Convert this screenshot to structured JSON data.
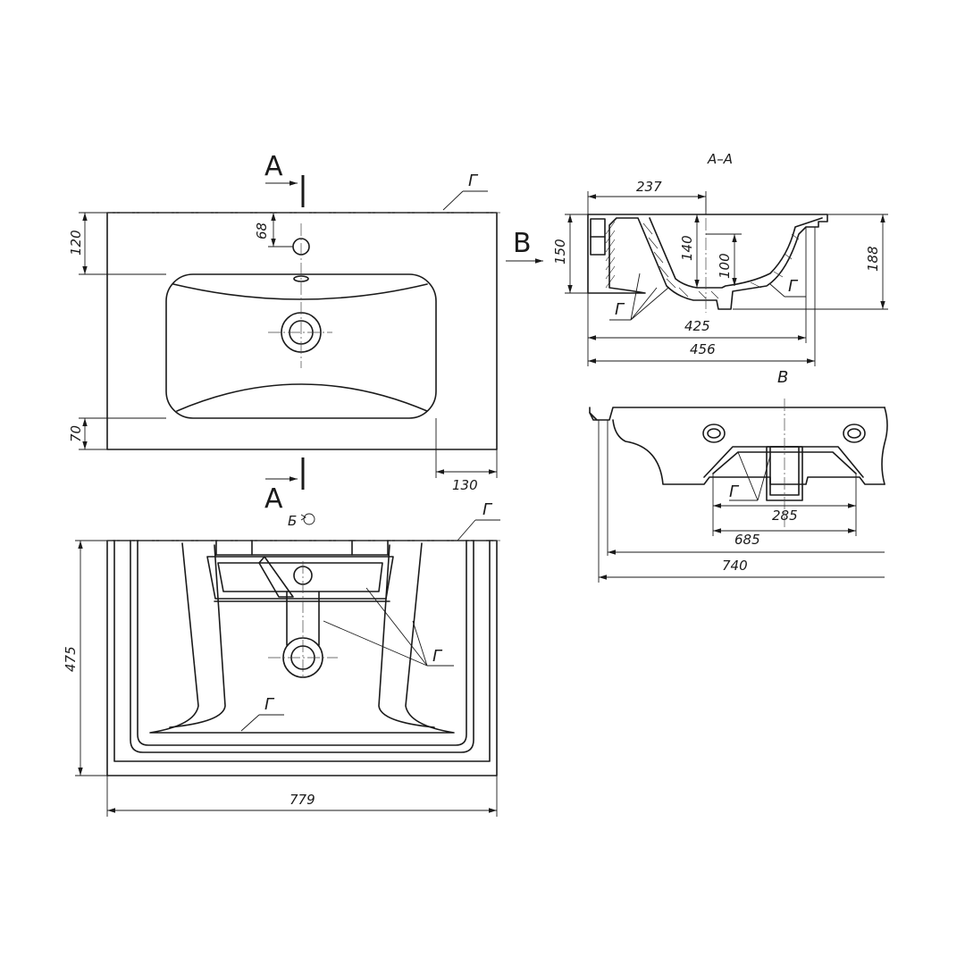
{
  "labels": {
    "section_a_top": "A",
    "section_a_bottom": "A",
    "view_b": "B",
    "section_title": "A–A",
    "view_v": "В",
    "view_b_rot": "Б",
    "surface_g": "Г"
  },
  "dimensions": {
    "top_depth_120": "120",
    "top_hole_68": "68",
    "top_front_70": "70",
    "top_right_130": "130",
    "sec_237": "237",
    "sec_150": "150",
    "sec_140": "140",
    "sec_100": "100",
    "sec_188": "188",
    "sec_425": "425",
    "sec_456": "456",
    "v_285": "285",
    "v_685": "685",
    "v_740": "740",
    "bot_475": "475",
    "bot_779": "779"
  }
}
